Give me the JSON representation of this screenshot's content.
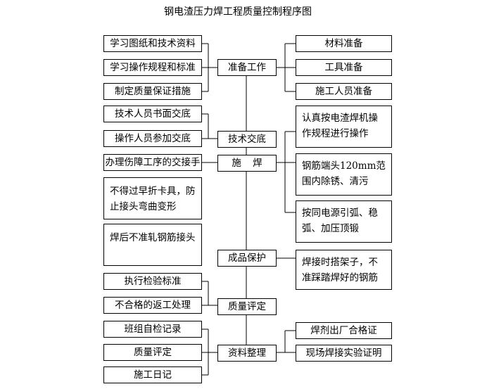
{
  "title": "钢电渣压力焊工程质量控制程序图",
  "main_flow": [
    "准备工作",
    "技术交底",
    "施焊",
    "成品保护",
    "质量评定",
    "资料整理"
  ],
  "left_boxes": {
    "study_drawings": "学习图纸和技术资料",
    "study_procedures": "学习操作规程和标准",
    "quality_measures": "制定质量保证措施",
    "written_briefing": "技术人员书面交底",
    "operator_briefing": "操作人员参加交底",
    "handover": "办理伤障工序的交接手",
    "no_early_removal": "不得过早折卡具，防止接头弯曲变形",
    "no_rolling": "焊后不准轧钢筋接头",
    "inspection_standard": "执行检验标准",
    "rework": "不合格的返工处理",
    "self_check": "班组自检记录",
    "quality_eval": "质量评定",
    "construction_log": "施工日记"
  },
  "right_boxes": {
    "materials": "材料准备",
    "tools": "工具准备",
    "personnel": "施工人员准备",
    "operate_machine": "认真按电渣焊机操作规程进行操作",
    "derust": "钢筋端头120mm范围内除锈、清污",
    "arc_procedure": "按同电源引弧、稳弧、加压顶锻",
    "scaffold": "焊接时搭架子，不准踩踏焊好的钢筋",
    "flux_certificate": "焊剂出厂合格证",
    "weld_test": "现场焊接实验证明"
  }
}
